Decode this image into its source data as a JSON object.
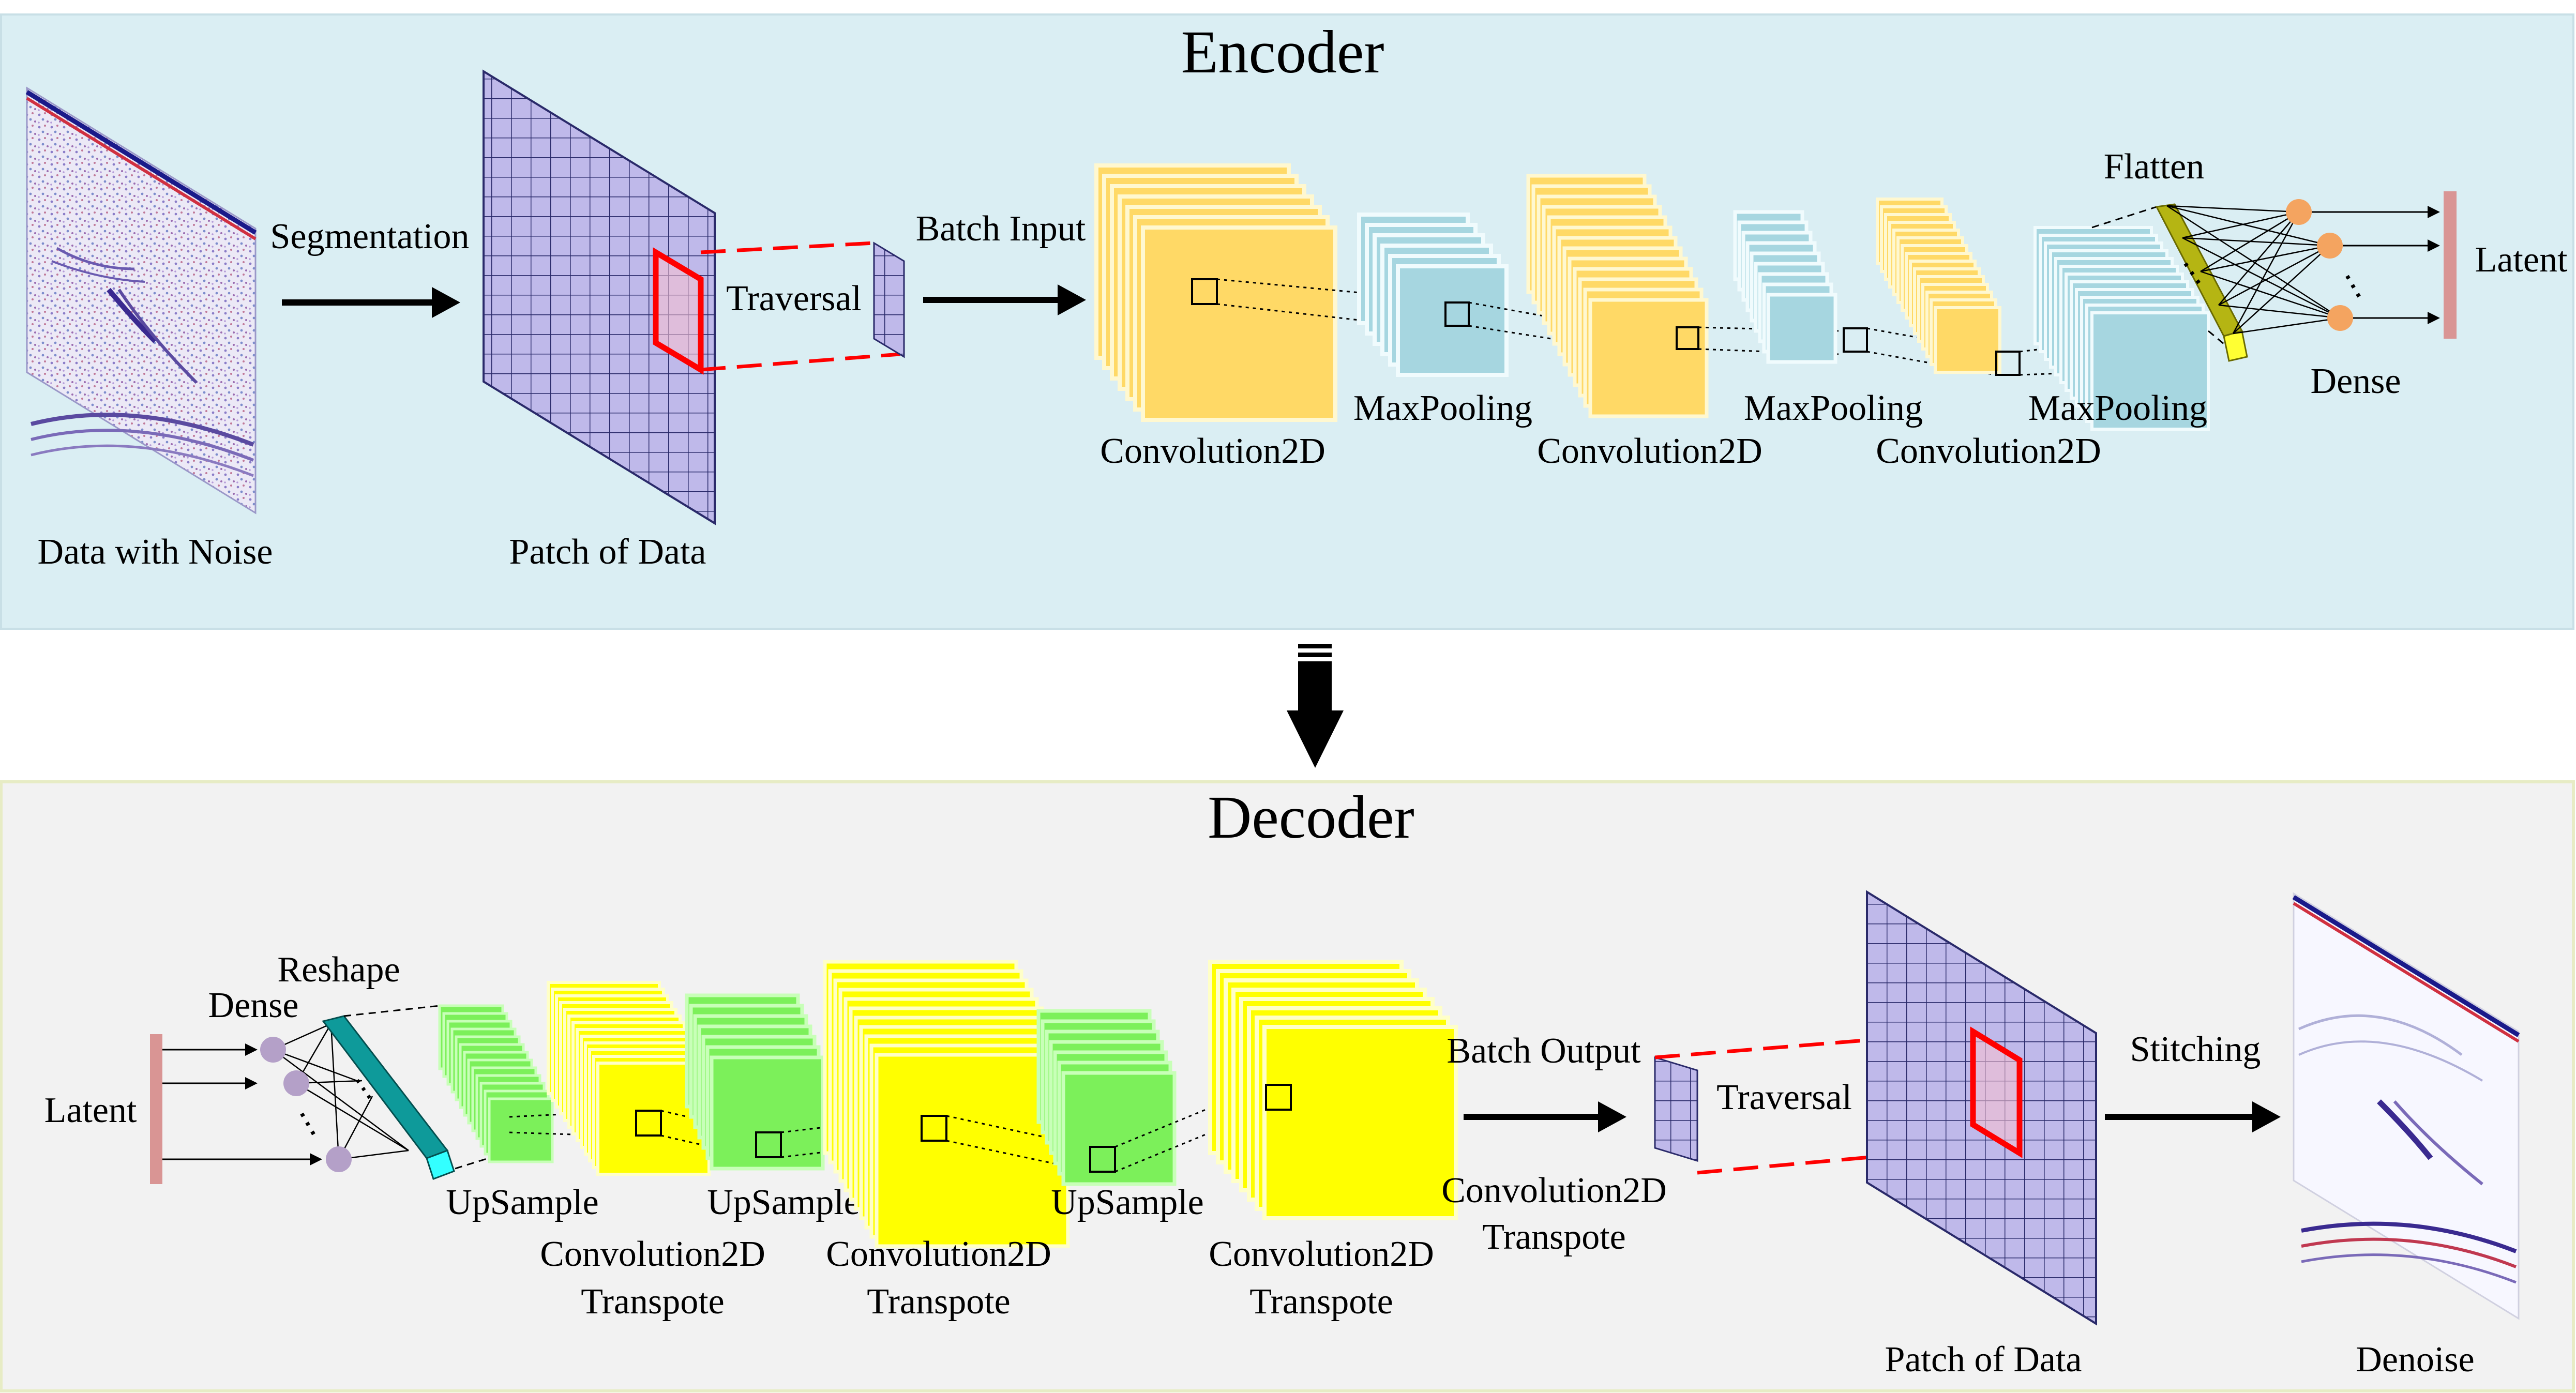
{
  "encoder": {
    "title": "Encoder",
    "labels": {
      "data_with_noise": "Data with Noise",
      "segmentation": "Segmentation",
      "patch_of_data": "Patch of Data",
      "traversal": "Traversal",
      "batch_input": "Batch Input",
      "conv1": "Convolution2D",
      "maxpool1": "MaxPooling",
      "conv2": "Convolution2D",
      "maxpool2": "MaxPooling",
      "conv3": "Convolution2D",
      "maxpool3": "MaxPooling",
      "flatten": "Flatten",
      "dense": "Dense",
      "latent": "Latent"
    }
  },
  "decoder": {
    "title": "Decoder",
    "labels": {
      "latent": "Latent",
      "dense": "Dense",
      "reshape": "Reshape",
      "upsample1": "UpSample",
      "convt1_line1": "Convolution2D",
      "convt1_line2": "Transpote",
      "upsample2": "UpSample",
      "convt2_line1": "Convolution2D",
      "convt2_line2": "Transpote",
      "upsample3": "UpSample",
      "convt3_line1": "Convolution2D",
      "convt3_line2": "Transpote",
      "batch_output": "Batch Output",
      "convt_out_line1": "Convolution2D",
      "convt_out_line2": "Transpote",
      "traversal": "Traversal",
      "patch_of_data": "Patch of Data",
      "stitching": "Stitching",
      "denoise": "Denoise"
    }
  },
  "colors": {
    "encoder_bg": "#daeef3",
    "decoder_bg": "#f2f2f2",
    "conv_orange": "#ffd966",
    "pool_blue": "#a6d6e0",
    "conv_yellow": "#ffff00",
    "upsample_green": "#7cf05a",
    "neuron_orange": "#f4a460",
    "neuron_purple": "#b4a0c8",
    "latent_pink": "#d99594",
    "grid_purple": "#b9b3e6",
    "highlight_red": "#ff0000"
  }
}
